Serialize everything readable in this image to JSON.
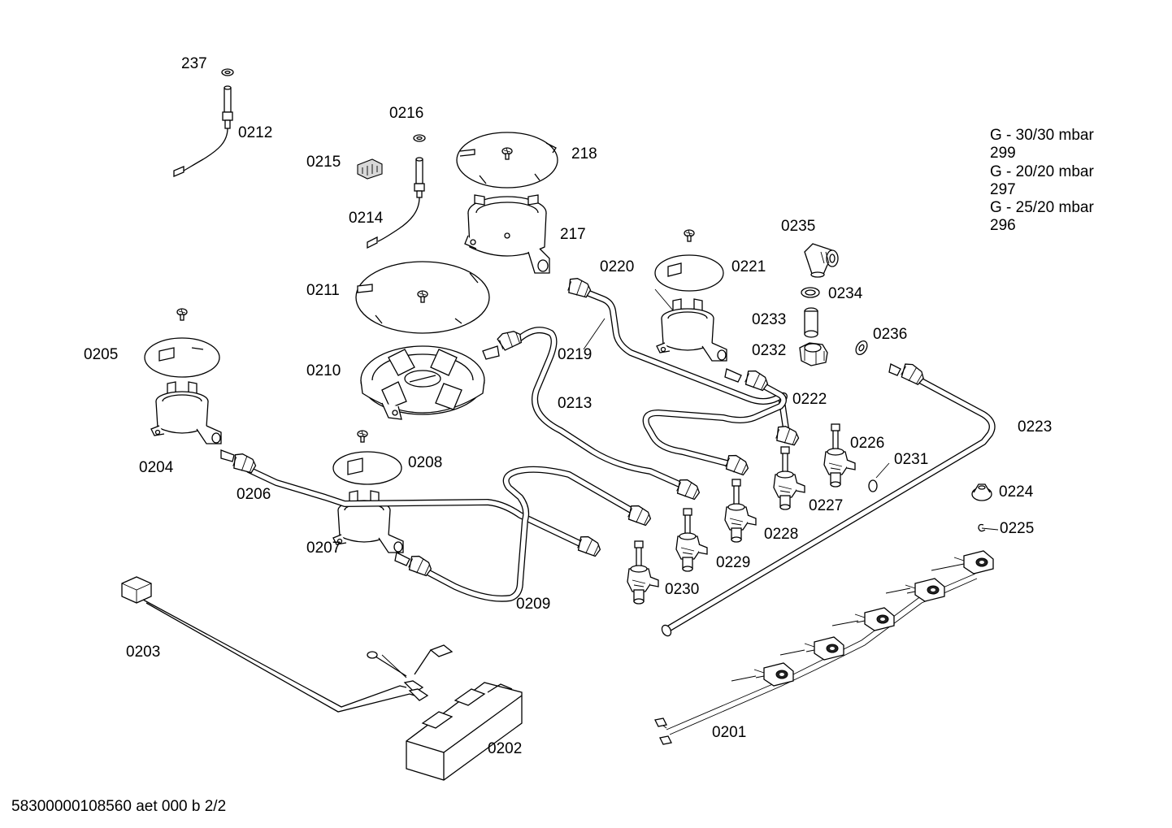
{
  "part_labels": {
    "p237": "237",
    "p0212": "0212",
    "p0216": "0216",
    "p0215": "0215",
    "p0214": "0214",
    "p218": "218",
    "p217": "217",
    "p0211": "0211",
    "p0220": "0220",
    "p0221": "0221",
    "p0235": "0235",
    "p0234": "0234",
    "p0233": "0233",
    "p0232": "0232",
    "p0236": "0236",
    "p0205": "0205",
    "p0210": "0210",
    "p0219": "0219",
    "p0213": "0213",
    "p0222": "0222",
    "p0223": "0223",
    "p0204": "0204",
    "p0226": "0226",
    "p0231": "0231",
    "p0208": "0208",
    "p0206": "0206",
    "p0227": "0227",
    "p0224": "0224",
    "p0225": "0225",
    "p0228": "0228",
    "p0207": "0207",
    "p0229": "0229",
    "p0230": "0230",
    "p0209": "0209",
    "p0203": "0203",
    "p0202": "0202",
    "p0201": "0201"
  },
  "legend": {
    "line1": "G - 30/30 mbar",
    "line2": "299",
    "line3": "G - 20/20 mbar",
    "line4": "297",
    "line5": "G - 25/20 mbar",
    "line6": "296"
  },
  "footer": "58300000108560 aet 000 b 2/2"
}
